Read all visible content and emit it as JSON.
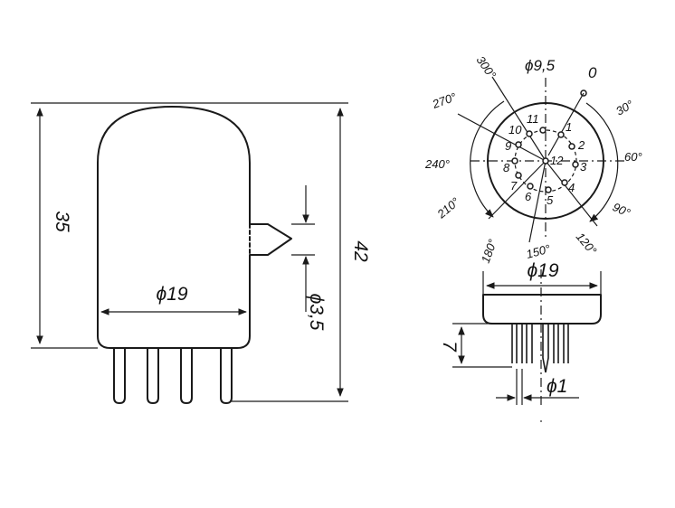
{
  "side_view": {
    "height_body": "35",
    "height_total": "42",
    "body_diameter": "ϕ19",
    "nipple_diameter": "ϕ3,5"
  },
  "base_view": {
    "pin_circle_diameter": "ϕ9,5",
    "zero_mark": "0",
    "angles": [
      "300°",
      "270°",
      "240°",
      "210°",
      "180°",
      "150°",
      "120°",
      "90°",
      "60°",
      "30°"
    ],
    "pins": [
      "1",
      "2",
      "3",
      "4",
      "5",
      "6",
      "7",
      "8",
      "9",
      "10",
      "11",
      "12"
    ]
  },
  "bottom_view": {
    "base_diameter": "ϕ19",
    "pin_length": "7",
    "pin_diameter": "ϕ1"
  }
}
